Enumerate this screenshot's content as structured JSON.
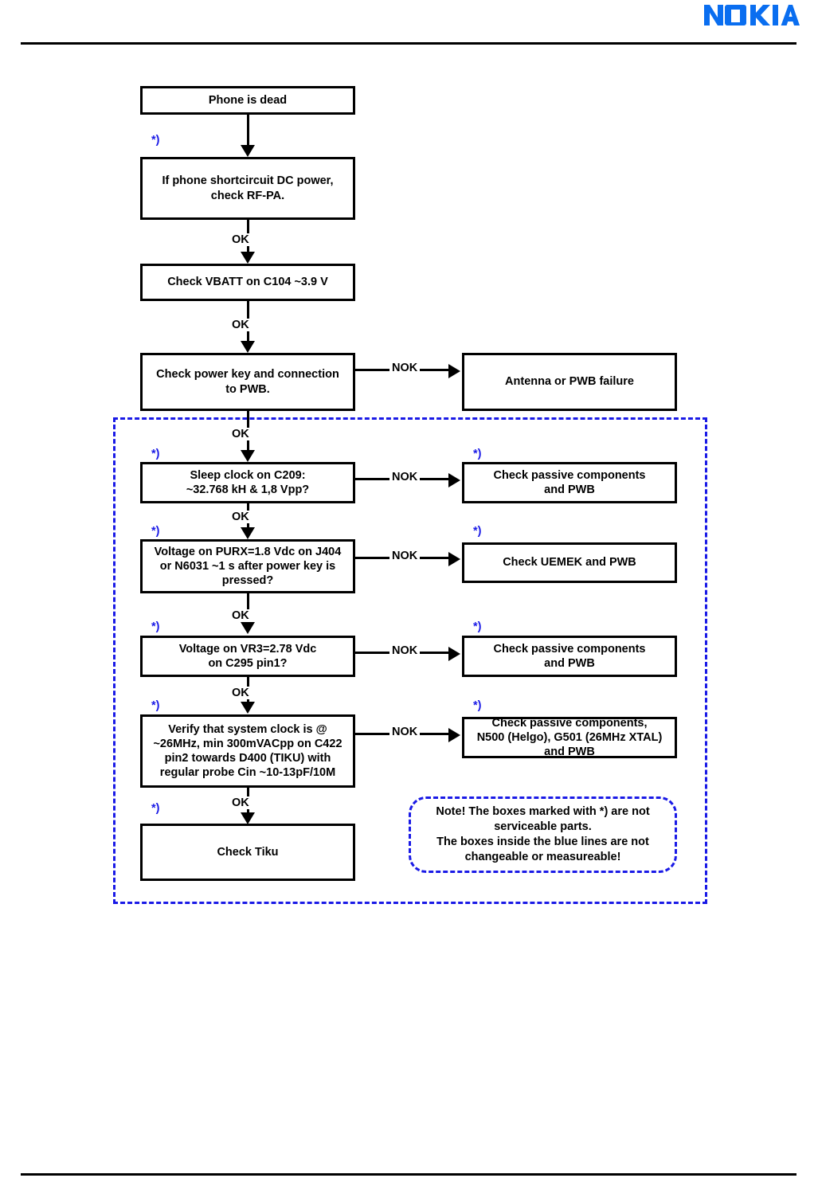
{
  "page": {
    "brand": "NOKIA",
    "brand_color": "#0a6ef0",
    "accent_blue": "#1a1ae6",
    "line_color": "#000000"
  },
  "flow": {
    "title": "Phone is dead troubleshooting flowchart",
    "nodes": [
      {
        "id": "start",
        "label": "Phone is dead",
        "starred": false
      },
      {
        "id": "shortcirc",
        "label": "If phone shortcircuit DC power,\ncheck RF-PA.",
        "starred": true
      },
      {
        "id": "vbatt",
        "label": "Check VBATT on C104 ~3.9 V",
        "starred": false
      },
      {
        "id": "powerkey",
        "label": "Check power key and connection\nto PWB.",
        "starred": false
      },
      {
        "id": "antenna",
        "label": "Antenna or PWB failure",
        "starred": false
      },
      {
        "id": "sleepclock",
        "label": "Sleep clock on C209:\n~32.768 kH & 1,8 Vpp?",
        "starred": true
      },
      {
        "id": "passive1",
        "label": "Check passive components\nand PWB",
        "starred": true
      },
      {
        "id": "purx",
        "label": "Voltage on PURX=1.8 Vdc on J404\nor N6031 ~1 s after power key is\npressed?",
        "starred": true
      },
      {
        "id": "uemek",
        "label": "Check UEMEK and PWB",
        "starred": true
      },
      {
        "id": "vr3",
        "label": "Voltage on VR3=2.78 Vdc\non C295 pin1?",
        "starred": true
      },
      {
        "id": "passive2",
        "label": "Check passive components\nand PWB",
        "starred": true
      },
      {
        "id": "sysclock",
        "label": "Verify that system clock is @\n~26MHz, min 300mVACpp on C422\npin2 towards D400 (TIKU) with\nregular probe Cin ~10-13pF/10M",
        "starred": true
      },
      {
        "id": "passive3",
        "label": "Check passive components,\nN500 (Helgo), G501 (26MHz XTAL)\nand PWB",
        "starred": true
      },
      {
        "id": "tiku",
        "label": "Check Tiku",
        "starred": true
      }
    ],
    "edges": [
      {
        "id": "e1",
        "label": "",
        "from": "start",
        "to": "shortcirc"
      },
      {
        "id": "e2",
        "label": "OK",
        "from": "shortcirc",
        "to": "vbatt"
      },
      {
        "id": "e3",
        "label": "OK",
        "from": "vbatt",
        "to": "powerkey"
      },
      {
        "id": "e4",
        "label": "NOK",
        "from": "powerkey",
        "to": "antenna"
      },
      {
        "id": "e5",
        "label": "OK",
        "from": "powerkey",
        "to": "sleepclock"
      },
      {
        "id": "e6",
        "label": "NOK",
        "from": "sleepclock",
        "to": "passive1"
      },
      {
        "id": "e7",
        "label": "OK",
        "from": "sleepclock",
        "to": "purx"
      },
      {
        "id": "e8",
        "label": "NOK",
        "from": "purx",
        "to": "uemek"
      },
      {
        "id": "e9",
        "label": "OK",
        "from": "purx",
        "to": "vr3"
      },
      {
        "id": "e10",
        "label": "NOK",
        "from": "vr3",
        "to": "passive2"
      },
      {
        "id": "e11",
        "label": "OK",
        "from": "vr3",
        "to": "sysclock"
      },
      {
        "id": "e12",
        "label": "NOK",
        "from": "sysclock",
        "to": "passive3"
      },
      {
        "id": "e13",
        "label": "OK",
        "from": "sysclock",
        "to": "tiku"
      }
    ],
    "star_marker": "*)",
    "note": "Note! The boxes marked with *) are not\nserviceable parts.\nThe boxes inside the blue lines are not\nchangeable or measureable!"
  }
}
